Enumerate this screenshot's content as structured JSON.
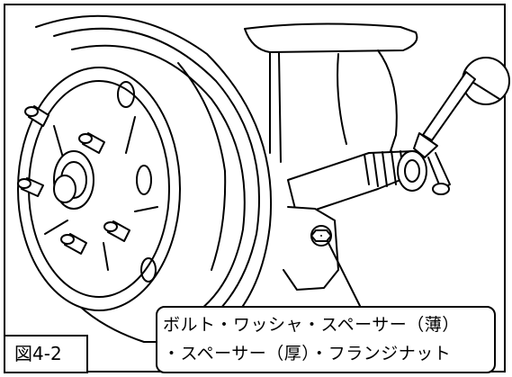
{
  "figure": {
    "label": "図4-2",
    "callout_line1": "ボルト・ワッシャ・スペーサー（薄）",
    "callout_line2": "・スペーサー（厚）・フランジナット"
  }
}
